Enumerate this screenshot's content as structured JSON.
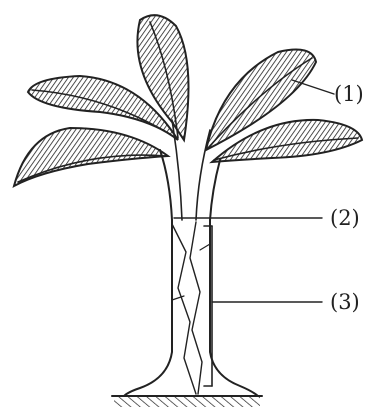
{
  "labels": {
    "part1": "(1)",
    "part2": "(2)",
    "part3": "(3)"
  },
  "colors": {
    "ink": "#222222",
    "background": "#ffffff"
  }
}
